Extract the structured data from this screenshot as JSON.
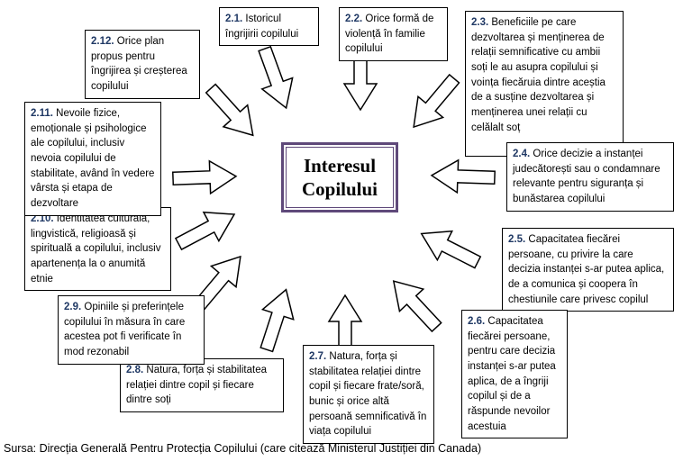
{
  "center": {
    "line1": "Interesul",
    "line2": "Copilului"
  },
  "source": "Sursa: Direcția Generală Pentru Protecția Copilului (care citează Ministerul Justiției din Canada)",
  "colors": {
    "center_border": "#5F497A",
    "number_color": "#1F3864",
    "box_border": "#000000",
    "arrow_fill": "#FFFFFF"
  },
  "icons": {
    "arrow": "block-arrow-icon"
  },
  "nodes": [
    {
      "id": "2.1.",
      "text": "Istoricul îngrijirii copilului"
    },
    {
      "id": "2.2.",
      "text": "Orice formă de violență în familie copilului"
    },
    {
      "id": "2.3.",
      "text": "Beneficiile pe care dezvoltarea și menținerea de relații semnificative cu ambii soți le au asupra copilului și voința fiecăruia dintre aceștia de a susține dezvoltarea și menținerea unei relații cu celălalt soț"
    },
    {
      "id": "2.4.",
      "text": "Orice decizie a instanței judecătorești sau o condamnare relevante pentru siguranța și bunăstarea copilului"
    },
    {
      "id": "2.5.",
      "text": "Capacitatea fiecărei persoane, cu privire la care decizia instanței s-ar putea aplica, de a comunica și coopera în chestiunile care privesc copilul"
    },
    {
      "id": "2.6.",
      "text": "Capacitatea fiecărei persoane, pentru care decizia instanței s-ar putea aplica, de a îngriji copilul și de a răspunde nevoilor acestuia"
    },
    {
      "id": "2.7.",
      "text": "Natura, forța și stabilitatea relației dintre copil și fiecare frate/soră, bunic și orice altă persoană semnificativă în viața copilului"
    },
    {
      "id": "2.8.",
      "text": "Natura, forța și stabilitatea relației dintre copil și fiecare dintre soți"
    },
    {
      "id": "2.9.",
      "text": "Opiniile și preferințele copilului în măsura în care acestea pot fi verificate în mod rezonabil"
    },
    {
      "id": "2.10.",
      "text": "Identitatea culturală, lingvistică, religioasă și spirituală a copilului, inclusiv apartenența la o anumită etnie"
    },
    {
      "id": "2.11.",
      "text": "Nevoile fizice, emoționale și psihologice ale copilului, inclusiv nevoia copilului de stabilitate, având în vedere vârsta și etapa de dezvoltare"
    },
    {
      "id": "2.12.",
      "text": "Orice plan propus pentru îngrijirea și creșterea copilului"
    }
  ]
}
